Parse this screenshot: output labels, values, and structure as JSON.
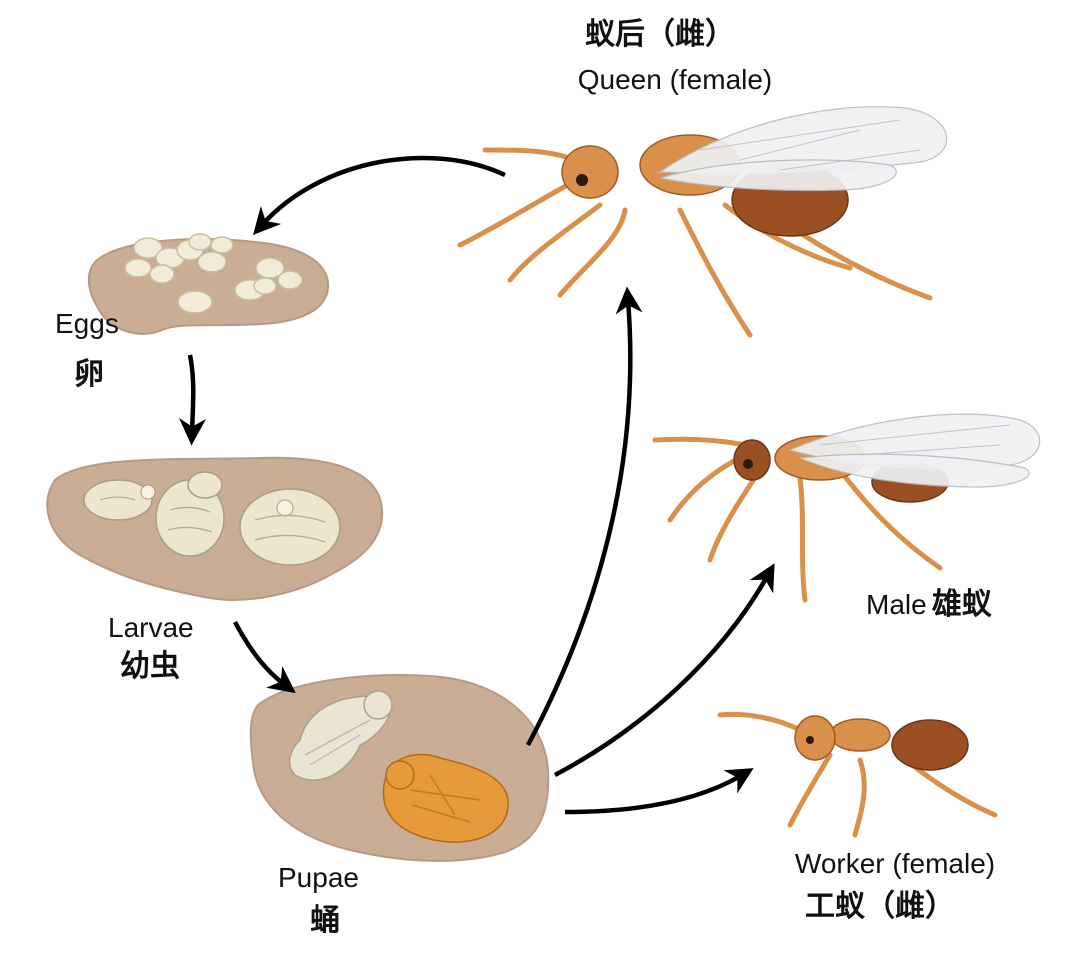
{
  "stages": {
    "eggs": {
      "en": "Eggs",
      "zh": "卵"
    },
    "larvae": {
      "en": "Larvae",
      "zh": "幼虫"
    },
    "pupae": {
      "en": "Pupae",
      "zh": "蛹"
    },
    "queen": {
      "en": "Queen (female)",
      "zh": "蚁后（雌）"
    },
    "male": {
      "en": "Male",
      "zh": "雄蚁"
    },
    "worker": {
      "en": "Worker (female)",
      "zh": "工蚁（雌）"
    }
  },
  "colors": {
    "dish": "#c9ad95",
    "dish_inner": "#b89a82",
    "egg": "#f1ecd9",
    "larva": "#ece6cf",
    "pupa_white": "#e9e4d3",
    "pupa_orange": "#e69a3a",
    "ant_light": "#d9904a",
    "ant_dark": "#9a4f22",
    "wing": "#eef0f2",
    "arrow": "#000000"
  }
}
